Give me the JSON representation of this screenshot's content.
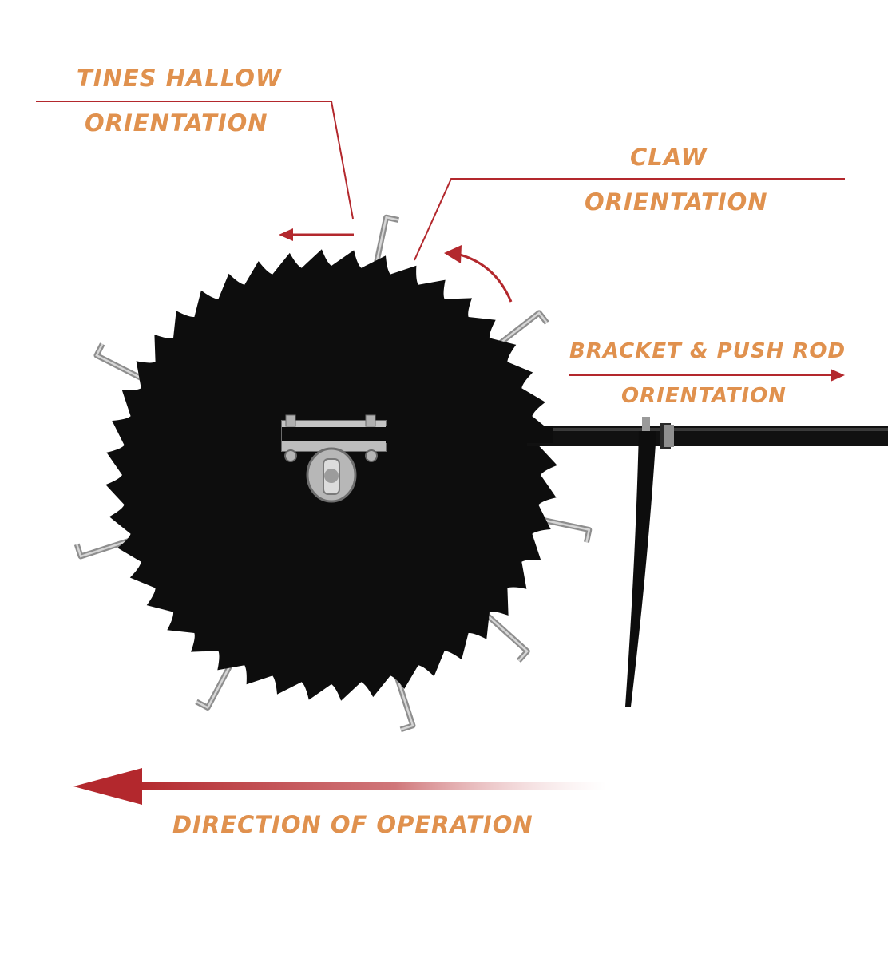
{
  "labels": {
    "tines_line1": "TINES HALLOW",
    "tines_line2": "ORIENTATION",
    "claw_line1": "CLAW",
    "claw_line2": "ORIENTATION",
    "bracket_line1": "BRACKET & PUSH ROD",
    "bracket_line2": "ORIENTATION",
    "direction": "DIRECTION OF OPERATION"
  },
  "colors": {
    "label_text": "#e0914e",
    "annotation_red": "#b3282d",
    "blade": "#0d0d0d",
    "metal": "#a8a8a8"
  },
  "icons": {
    "blade": "serrated-disc-icon",
    "arrow": "arrow-icon"
  }
}
